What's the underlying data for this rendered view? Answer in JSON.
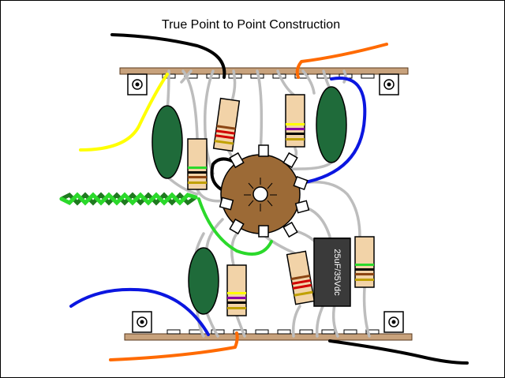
{
  "title": "True Point to Point Construction",
  "capacitor_label": "25uF/35Vdc",
  "colors": {
    "background": "#ffffff",
    "terminal_strip": "#c8a27c",
    "terminal_strip_edge": "#5a3a1e",
    "tube_socket": "#9c6a36",
    "electrolytic_cap": "#1f6b3a",
    "film_cap": "#1f6b3a",
    "resistor_body": "#f2d3a8",
    "bypass_cap": "#3a3a3a",
    "lead_wire": "#bdbdbd",
    "wire_black": "#000000",
    "wire_orange": "#ff6a00",
    "wire_blue": "#0b16e0",
    "wire_yellow": "#ffff00",
    "wire_green": "#2bd92b",
    "heater_wire_dark": "#1f7a1f",
    "heater_wire_light": "#2bd92b"
  },
  "components": [
    {
      "kind": "terminal-strip",
      "name": "top-terminal-strip"
    },
    {
      "kind": "terminal-strip",
      "name": "bottom-terminal-strip"
    },
    {
      "kind": "tube-socket",
      "name": "tube-socket"
    },
    {
      "kind": "capacitor",
      "name": "bypass-capacitor"
    },
    {
      "kind": "resistor",
      "count": 6
    },
    {
      "kind": "film-capacitor",
      "count": 3
    },
    {
      "kind": "wire",
      "colors": [
        "black",
        "orange",
        "blue",
        "yellow",
        "green"
      ]
    },
    {
      "kind": "heater-twisted-pair"
    }
  ]
}
